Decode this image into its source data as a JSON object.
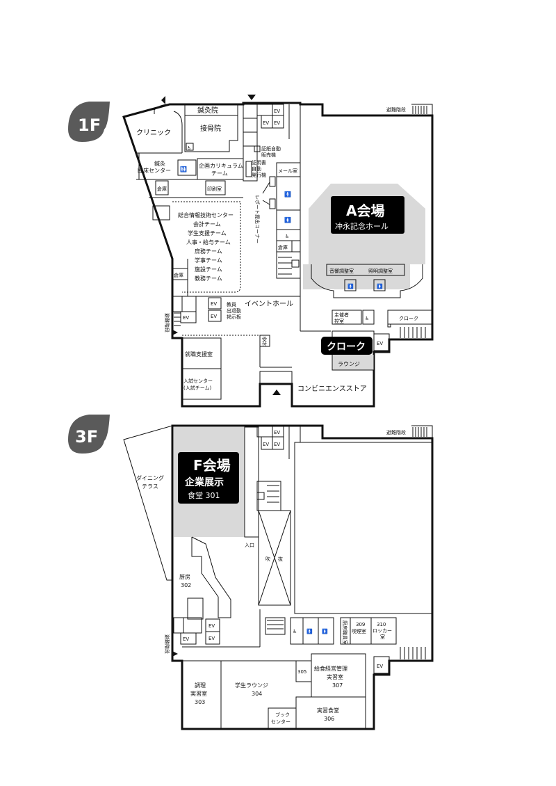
{
  "floors": {
    "f1": {
      "badge": "1F",
      "venue": {
        "title": "A会場",
        "sub": "冲永記念ホール"
      },
      "cloak_badge": "クローク",
      "rooms": {
        "hari": "鍼灸院",
        "sekkotsu": "接骨院",
        "clinic": "クリニック",
        "shinkyu_center": [
          "鍼灸",
          "臨床センター"
        ],
        "kikaku": [
          "企画カリキュラム",
          "チーム"
        ],
        "soko1": "倉庫",
        "insatsu": "印刷室",
        "sogo": [
          "総合情報技術センター",
          "会計チーム",
          "学生支援チーム",
          "人事・給与チーム",
          "庶務チーム",
          "学事チーム",
          "施設チーム",
          "教務チーム"
        ],
        "soko2": "倉庫",
        "kami": [
          "証紙自動",
          "販売機"
        ],
        "shomei": [
          "証明書",
          "自動",
          "発行機"
        ],
        "mail": "メール室",
        "report": "レポート提出コーナー",
        "soko3": "倉庫",
        "onkyo": "音響調整室",
        "shomei_ch": "照明調整室",
        "event": "イベントホール",
        "kyoin": [
          "教員",
          "出退勤",
          "掲示板"
        ],
        "shusai": [
          "主催者",
          "控室"
        ],
        "cloak": "クローク",
        "uketsuke": [
          "受",
          "付"
        ],
        "lounge": "ラウンジ",
        "shushoku": "就職支援室",
        "nyushi": [
          "入試センター",
          "(入試チーム)"
        ],
        "convenience": "コンビニエンスストア",
        "hinan_top": "避難階段",
        "hinan_side": "避難階段"
      },
      "ev": [
        "EV",
        "EV",
        "EV",
        "EV",
        "EV",
        "EV",
        "EV"
      ]
    },
    "f3": {
      "badge": "3F",
      "venue": {
        "title": "F会場",
        "sub1": "企業展示",
        "sub2": "食堂 301"
      },
      "rooms": {
        "dining": [
          "ダイニング",
          "テラス"
        ],
        "entrance": "入口",
        "fukinuke": [
          "吹",
          "抜"
        ],
        "kitchen": [
          "厨房",
          "302"
        ],
        "kitchen_staff": [
          "厨房職員室"
        ],
        "smoking": [
          "309",
          "喫煙室"
        ],
        "locker": [
          "310",
          "ロッカー",
          "室"
        ],
        "chori": [
          "調理",
          "実習室",
          "303"
        ],
        "gakusei": [
          "学生ラウンジ",
          "304"
        ],
        "r305": "305",
        "kyushoku": [
          "給食経営管理",
          "実習室",
          "307"
        ],
        "jisshu": [
          "実習食堂",
          "306"
        ],
        "book": [
          "ブック",
          "センター"
        ],
        "hinan_top": "避難階段",
        "hinan_side": "避難階段"
      },
      "ev": [
        "EV",
        "EV",
        "EV",
        "EV",
        "EV",
        "EV"
      ]
    }
  },
  "colors": {
    "badge": "#5a5a5a",
    "venue": "#000000",
    "shade": "#d9d9d9"
  }
}
